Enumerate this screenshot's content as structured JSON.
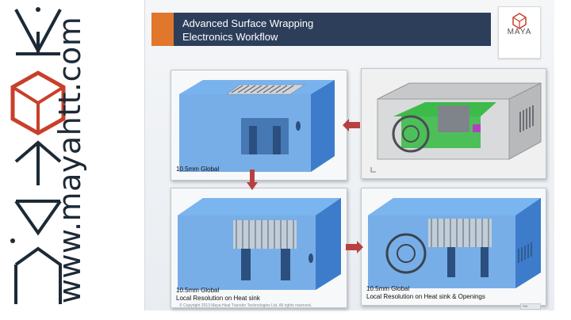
{
  "brand": {
    "url": "www.mayahtt.com",
    "logo_label": "MAYA"
  },
  "slide": {
    "title_line1": "Advanced Surface Wrapping",
    "title_line2": "Electronics Workflow",
    "corner_logo": "MAYA",
    "colors": {
      "title_bar": "#2c3e5a",
      "accent": "#e0772c",
      "arrow": "#b84040",
      "mesh": "#3d86d6"
    },
    "panels": [
      {
        "id": "global",
        "caption_line1": "10.5mm Global",
        "caption_line2": ""
      },
      {
        "id": "cad-assembly",
        "caption_line1": "",
        "caption_line2": ""
      },
      {
        "id": "heat-sink",
        "caption_line1": "10.5mm Global",
        "caption_line2": "Local Resolution on Heat sink"
      },
      {
        "id": "heat-sink-openings",
        "caption_line1": "10.5mm Global",
        "caption_line2": "Local Resolution on Heat sink & Openings"
      }
    ],
    "copyright": "© Copyright 2013 Maya Heat Transfer Technologies Ltd. All rights reserved.",
    "footer_box": "PM"
  }
}
